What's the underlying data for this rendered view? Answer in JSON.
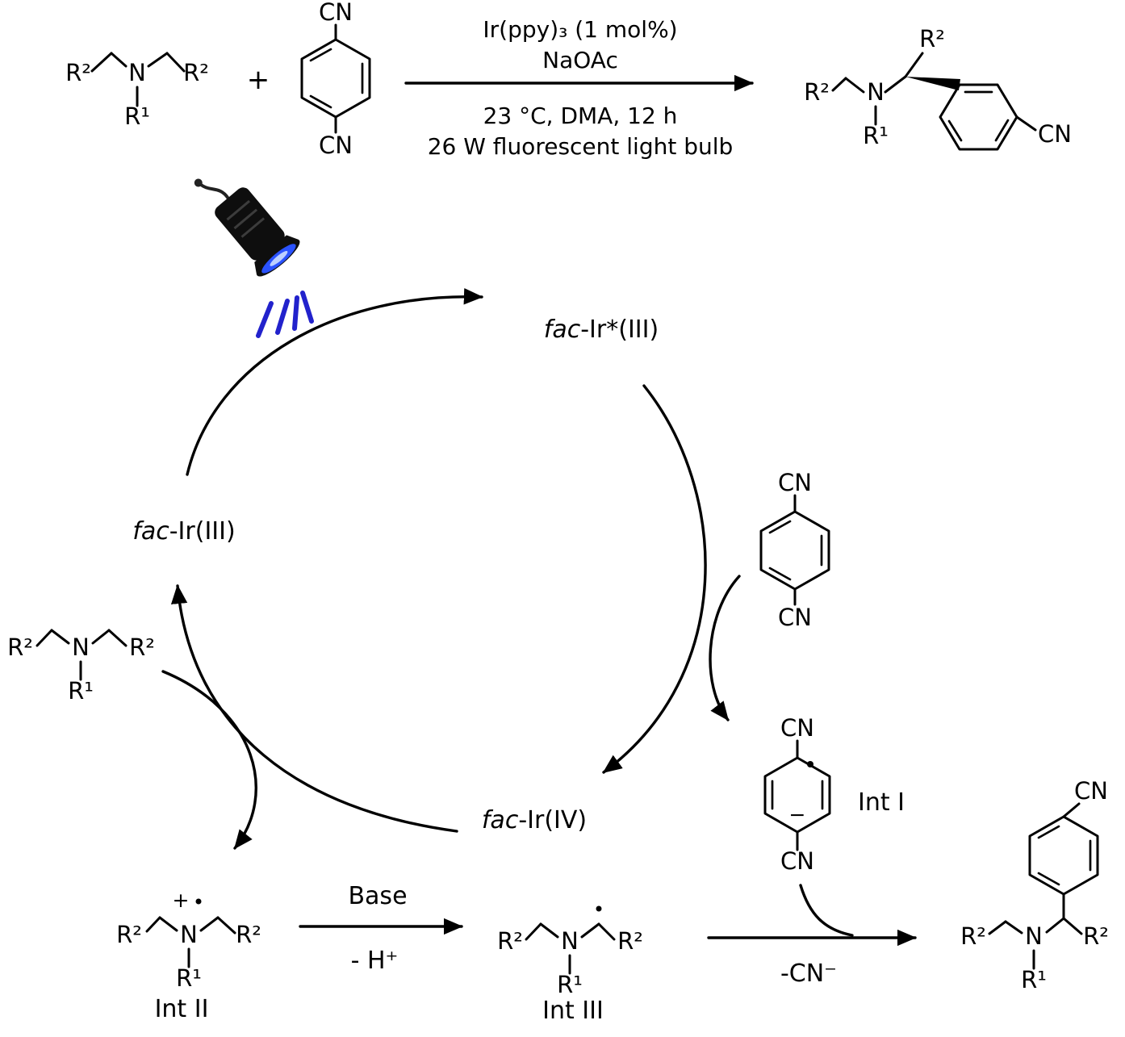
{
  "atoms": {
    "r2": "R²",
    "r1": "R¹",
    "n": "N",
    "cn": "CN",
    "plus_charge": "+",
    "minus_charge": "−"
  },
  "top_scheme": {
    "plus": "+",
    "above_arrow_line1": "Ir(ppy)₃ (1 mol%)",
    "above_arrow_line2": "NaOAc",
    "below_arrow_line1": "23 °C, DMA, 12 h",
    "below_arrow_line2": "26 W fluorescent light bulb"
  },
  "cycle": {
    "ir_excited_prefix": "fac",
    "ir_excited_rest": "-Ir*(III)",
    "ir_iii_prefix": "fac",
    "ir_iii_rest": "-Ir(III)",
    "ir_iv_prefix": "fac",
    "ir_iv_rest": "-Ir(IV)",
    "int_i": "Int I",
    "int_ii": "Int II",
    "int_iii": "Int III"
  },
  "bottom": {
    "base": "Base",
    "deprotonation": "- H⁺",
    "cyanide_loss": "-CN⁻"
  },
  "colors": {
    "light_rays": "#2222cc",
    "lens_blue": "#2a52ff",
    "ink": "#000000"
  }
}
